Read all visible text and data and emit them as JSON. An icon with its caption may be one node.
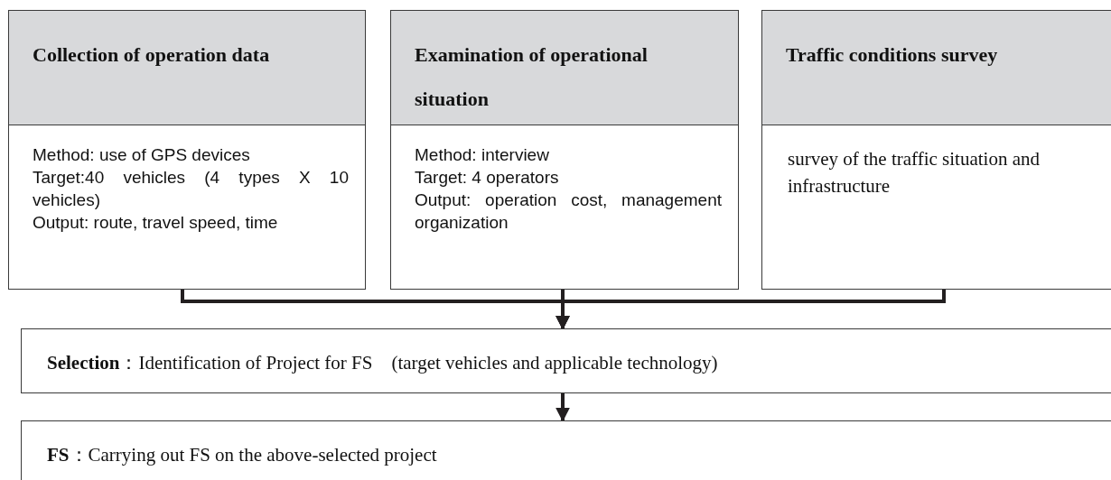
{
  "diagram": {
    "nodes": [
      {
        "text": [
          "Collection of operation data"
        ]
      },
      {
        "text": [
          "Method: use of GPS devices",
          "Target:40 vehicles (4 types X 10 vehicles)",
          "Output: route, travel speed, time"
        ]
      },
      {
        "text": [
          "Examination of operational situation"
        ]
      },
      {
        "text": [
          "Method: interview",
          "Target: 4 operators",
          "Output: operation cost, management organization"
        ]
      },
      {
        "text": [
          "Traffic conditions survey"
        ]
      },
      {
        "text": [
          "survey of the traffic situation and infrastructure"
        ]
      },
      {
        "text": [
          "**Selection**：Identification of Project for FS　(target vehicles and applicable technology)"
        ]
      },
      {
        "text": [
          "**FS**：Carrying out FS on the above-selected project"
        ]
      }
    ],
    "edges": [
      {
        "from": 1,
        "to": 6,
        "arrow": "to"
      },
      {
        "from": 3,
        "to": 6,
        "arrow": "to"
      },
      {
        "from": 5,
        "to": 6,
        "arrow": "to"
      },
      {
        "from": 6,
        "to": 7,
        "arrow": "to"
      }
    ]
  }
}
